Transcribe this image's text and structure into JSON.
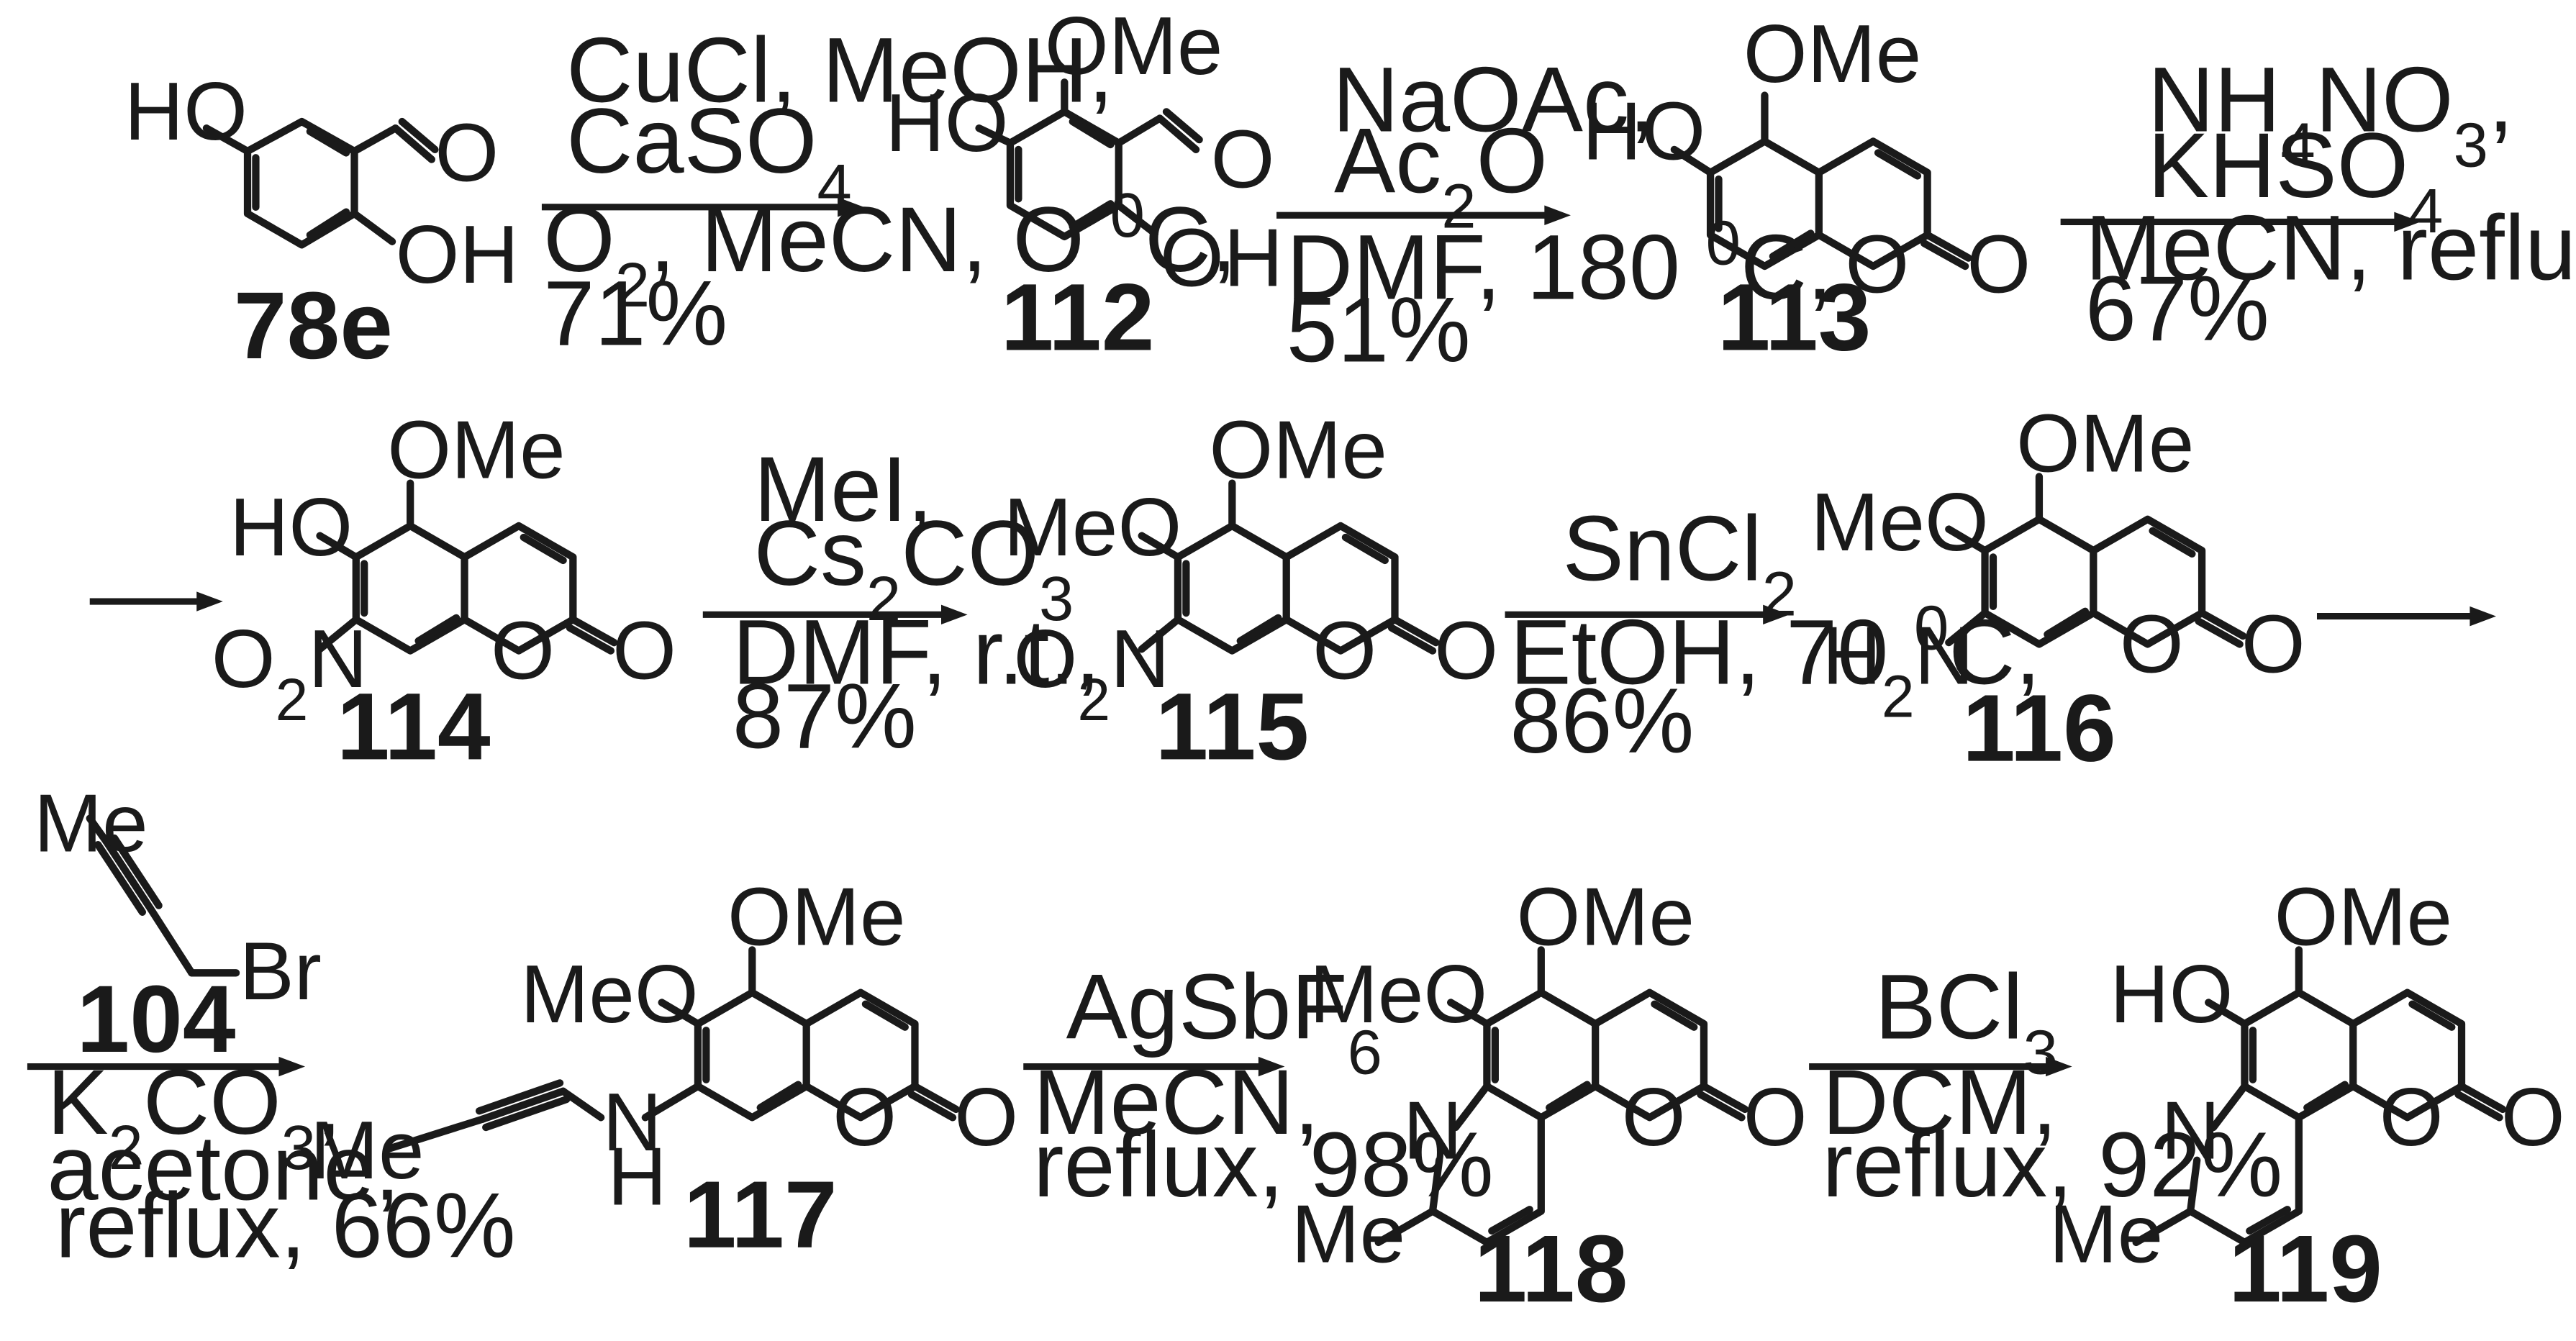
{
  "scheme": {
    "compounds": [
      {
        "id": "78e",
        "label": "78e",
        "substituents": [
          "HO",
          "OH"
        ]
      },
      {
        "id": "112",
        "label": "112",
        "substituents": [
          "OMe",
          "HO",
          "OH"
        ]
      },
      {
        "id": "113",
        "label": "113",
        "substituents": [
          "OMe",
          "HO"
        ]
      },
      {
        "id": "114",
        "label": "114",
        "substituents": [
          "OMe",
          "HO",
          "O2N"
        ]
      },
      {
        "id": "115",
        "label": "115",
        "substituents": [
          "OMe",
          "MeO",
          "O2N"
        ]
      },
      {
        "id": "116",
        "label": "116",
        "substituents": [
          "OMe",
          "MeO",
          "H2N"
        ]
      },
      {
        "id": "117",
        "label": "117",
        "substituents": [
          "OMe",
          "MeO",
          "Me",
          "N",
          "H"
        ]
      },
      {
        "id": "118",
        "label": "118",
        "substituents": [
          "OMe",
          "MeO",
          "N",
          "Me"
        ]
      },
      {
        "id": "119",
        "label": "119",
        "substituents": [
          "OMe",
          "HO",
          "N",
          "Me"
        ]
      },
      {
        "id": "104",
        "label": "104",
        "substituents": [
          "Me",
          "Br"
        ]
      }
    ],
    "steps": [
      {
        "from": "78e",
        "to": "112",
        "above": [
          "CuCl, MeOH,",
          "CaSO4"
        ],
        "below": [
          "O2, MeCN, O 0C,",
          "71%"
        ]
      },
      {
        "from": "112",
        "to": "113",
        "above": [
          "NaOAc,",
          "Ac2O"
        ],
        "below": [
          "DMF,  180 0C,",
          "51%"
        ]
      },
      {
        "from": "113",
        "to": "114",
        "above": [
          "NH4NO3,",
          "KHSO4"
        ],
        "below": [
          "MeCN, reflux,",
          "67%"
        ]
      },
      {
        "from": "114",
        "to": "115",
        "above": [
          "MeI,",
          "Cs2CO3"
        ],
        "below": [
          "DMF,  r.t.,",
          "87%"
        ]
      },
      {
        "from": "115",
        "to": "116",
        "above": [
          "SnCl2"
        ],
        "below": [
          "EtOH, 70 0C,",
          "86%"
        ]
      },
      {
        "from": "116",
        "to": "117",
        "above": [
          "104"
        ],
        "below": [
          "K2CO3,",
          "acetone,",
          "reflux, 66%"
        ]
      },
      {
        "from": "117",
        "to": "118",
        "above": [
          "AgSbF6"
        ],
        "below": [
          "MeCN,",
          "reflux, 98%"
        ]
      },
      {
        "from": "118",
        "to": "119",
        "above": [
          "BCl3"
        ],
        "below": [
          "DCM,",
          "reflux, 92%"
        ]
      }
    ]
  }
}
